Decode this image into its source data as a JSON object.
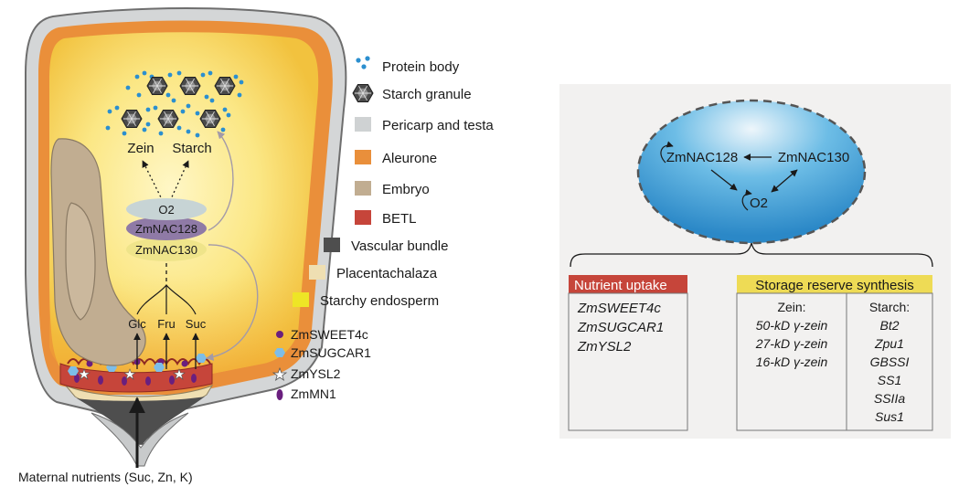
{
  "kernel": {
    "zein_label": "Zein",
    "starch_label": "Starch",
    "o2_label": "O2",
    "nac128_label": "ZmNAC128",
    "nac130_label": "ZmNAC130",
    "sugar_labels": [
      "Glc",
      "Fru",
      "Suc"
    ],
    "maternal_label": "Maternal nutrients (Suc, Zn, K)"
  },
  "legend": {
    "items": [
      {
        "label": "Protein body",
        "icon": "dots-icon",
        "color": "#2b8fcf"
      },
      {
        "label": "Starch granule",
        "icon": "hexagon-icon",
        "color": "#3d3d3d"
      },
      {
        "label": "Pericarp and testa",
        "icon": "square-icon",
        "color": "#cfd2d3"
      },
      {
        "label": "Aleurone",
        "icon": "square-icon",
        "color": "#e98f3b"
      },
      {
        "label": "Embryo",
        "icon": "square-icon",
        "color": "#c1ad91"
      },
      {
        "label": "BETL",
        "icon": "square-icon",
        "color": "#c6453a"
      },
      {
        "label": "Vascular bundle",
        "icon": "square-icon",
        "color": "#4e4e4e"
      },
      {
        "label": "Placentachalaza",
        "icon": "square-icon",
        "color": "#efdfb2"
      },
      {
        "label": "Starchy endosperm",
        "icon": "square-icon",
        "color": "#eee526"
      }
    ],
    "transporters": [
      {
        "label": "ZmSWEET4c",
        "icon": "circle-icon",
        "color": "#6a1f7e"
      },
      {
        "label": "ZmSUGCAR1",
        "icon": "hexagon-icon",
        "color": "#7dbde8"
      },
      {
        "label": "ZmYSL2",
        "icon": "star-icon",
        "color": "#ffffff"
      },
      {
        "label": "ZmMN1",
        "icon": "ellipse-icon",
        "color": "#6a1f7e"
      }
    ]
  },
  "network": {
    "nac128": "ZmNAC128",
    "nac130": "ZmNAC130",
    "o2": "O2"
  },
  "nutrient_uptake": {
    "title": "Nutrient uptake",
    "genes": [
      "ZmSWEET4c",
      "ZmSUGCAR1",
      "ZmYSL2"
    ],
    "header_color": "#c6453a"
  },
  "storage": {
    "title": "Storage reserve synthesis",
    "header_color": "#eedb55",
    "zein_header": "Zein:",
    "zein_genes": [
      "50-kD γ-zein",
      "27-kD γ-zein",
      "16-kD γ-zein"
    ],
    "starch_header": "Starch:",
    "starch_genes": [
      "Bt2",
      "Zpu1",
      "GBSSI",
      "SS1",
      "SSIIa",
      "Sus1"
    ]
  }
}
